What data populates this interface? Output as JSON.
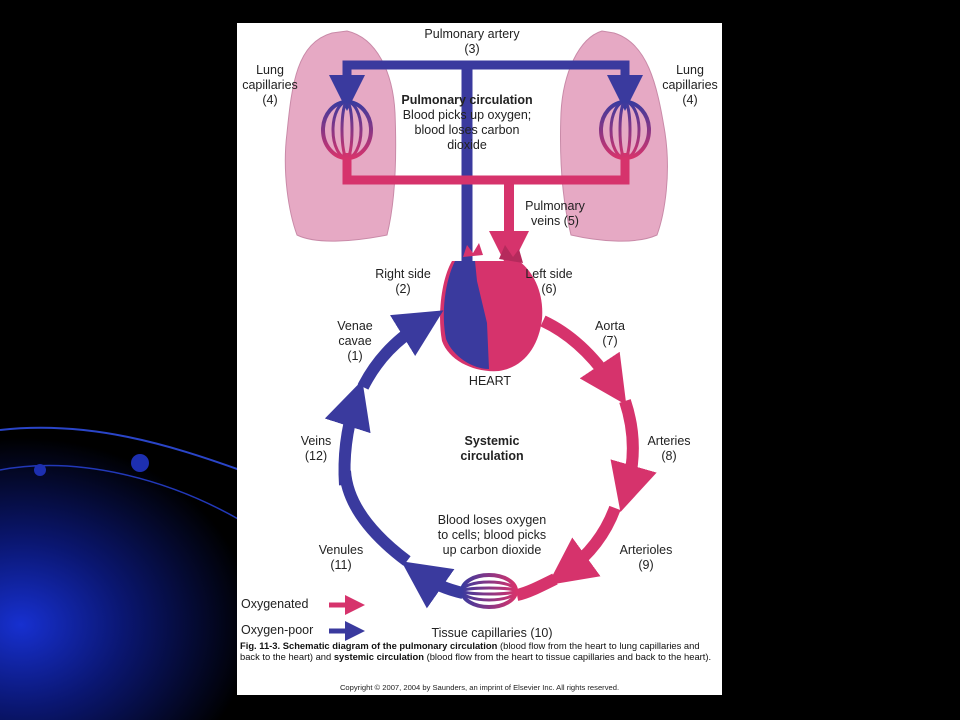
{
  "labels": {
    "pulmonary_artery": "Pulmonary artery",
    "pulmonary_artery_num": "(3)",
    "lung_cap_left": "Lung",
    "lung_cap_left2": "capillaries",
    "lung_cap_left_num": "(4)",
    "lung_cap_right": "Lung",
    "lung_cap_right2": "capillaries",
    "lung_cap_right_num": "(4)",
    "pulm_circ_title": "Pulmonary circulation",
    "pulm_circ_l1": "Blood picks up oxygen;",
    "pulm_circ_l2": "blood loses carbon",
    "pulm_circ_l3": "dioxide",
    "pulm_veins": "Pulmonary",
    "pulm_veins2": "veins (5)",
    "right_side": "Right side",
    "right_side_num": "(2)",
    "left_side": "Left side",
    "left_side_num": "(6)",
    "venae": "Venae",
    "cavae": "cavae",
    "venae_num": "(1)",
    "aorta": "Aorta",
    "aorta_num": "(7)",
    "heart": "HEART",
    "veins": "Veins",
    "veins_num": "(12)",
    "systemic_l1": "Systemic",
    "systemic_l2": "circulation",
    "arteries": "Arteries",
    "arteries_num": "(8)",
    "blood_l1": "Blood loses oxygen",
    "blood_l2": "to cells; blood picks",
    "blood_l3": "up carbon dioxide",
    "venules": "Venules",
    "venules_num": "(11)",
    "arterioles": "Arterioles",
    "arterioles_num": "(9)",
    "tissue_cap": "Tissue capillaries (10)"
  },
  "legend": {
    "oxygenated": "Oxygenated",
    "oxygen_poor": "Oxygen-poor"
  },
  "caption": {
    "fig": "Fig. 11-3.",
    "bold1": "Schematic diagram of the pulmonary circulation",
    "text1": "(blood flow from the heart to lung capillaries and back to the heart) and",
    "bold2": "systemic circulation",
    "text2": "(blood flow from the heart to tissue capillaries and back to the heart)."
  },
  "copyright": "Copyright © 2007, 2004 by Saunders, an imprint of Elsevier Inc. All rights reserved.",
  "colors": {
    "oxygenated": "#d6336c",
    "oxygen_poor": "#3a3a9e",
    "lung": "#e6a9c4",
    "background": "#000000"
  }
}
